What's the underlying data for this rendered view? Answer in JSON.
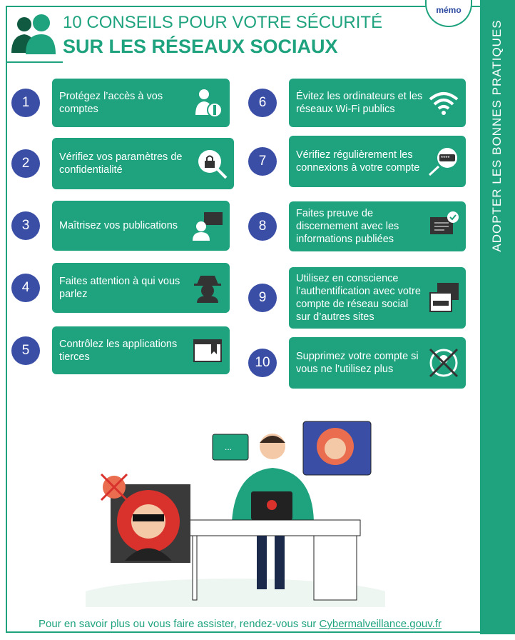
{
  "header": {
    "memo": "mémo",
    "title_line1": "10 CONSEILS POUR VOTRE SÉCURITÉ",
    "title_line2": "SUR LES RÉSEAUX SOCIAUX",
    "side_label": "ADOPTER LES BONNES PRATIQUES"
  },
  "tips": [
    {
      "num": "1",
      "text": "Protégez l’accès à vos comptes",
      "icon": "user-shield-icon"
    },
    {
      "num": "2",
      "text": "Vérifiez vos paramètres de confidentialité",
      "icon": "lock-magnifier-icon"
    },
    {
      "num": "3",
      "text": "Maîtrisez vos publications",
      "icon": "user-chat-icon"
    },
    {
      "num": "4",
      "text": "Faites attention à qui vous parlez",
      "icon": "spy-icon"
    },
    {
      "num": "5",
      "text": "Contrôlez les applications tierces",
      "icon": "app-window-icon"
    },
    {
      "num": "6",
      "text": "Évitez les ordinateurs et les réseaux Wi-Fi publics",
      "icon": "wifi-icon"
    },
    {
      "num": "7",
      "text": "Vérifiez régulièrement les connexions à votre compte",
      "icon": "password-magnifier-icon"
    },
    {
      "num": "8",
      "text": "Faites preuve de discernement avec les informations publiées",
      "icon": "message-check-icon"
    },
    {
      "num": "9",
      "text": "Utilisez en conscience l’authentification avec votre compte de réseau social sur d’autres sites",
      "icon": "login-windows-icon"
    },
    {
      "num": "10",
      "text": "Supprimez votre compte si vous ne l’utilisez plus",
      "icon": "delete-user-icon"
    }
  ],
  "illustration": {
    "bubble_text": "...",
    "laptop": "lock"
  },
  "footer": {
    "text": "Pour en savoir plus ou vous faire assister, rendez-vous sur ",
    "link": "Cybermalveillance.gouv.fr"
  },
  "colors": {
    "green": "#1fa37f",
    "blue": "#3a4ea6"
  }
}
